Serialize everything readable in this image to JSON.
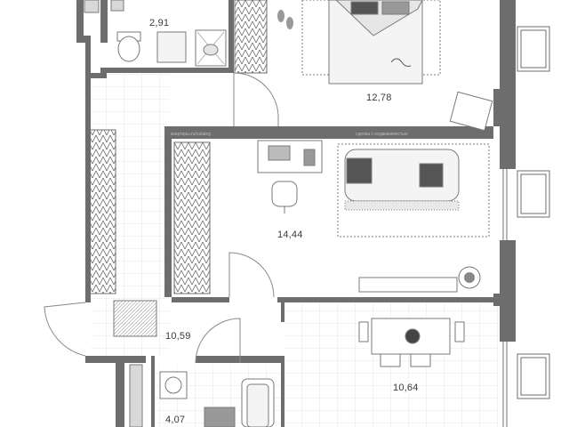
{
  "rooms": {
    "bathroom_top": {
      "area": "2,91"
    },
    "bedroom": {
      "area": "12,78"
    },
    "living_room": {
      "area": "14,44"
    },
    "hallway": {
      "area": "10,59"
    },
    "kitchen": {
      "area": "10,64"
    },
    "bathroom_bottom": {
      "area": "4,07"
    }
  },
  "watermarks": {
    "left": "квартиры.ru/catalog",
    "right": "сделка с недвижимостью"
  },
  "colors": {
    "wall": "#6d6d6d",
    "line": "#8a8a8a",
    "furniture_fill": "#f4f4f4",
    "dark_accent": "#555555"
  }
}
